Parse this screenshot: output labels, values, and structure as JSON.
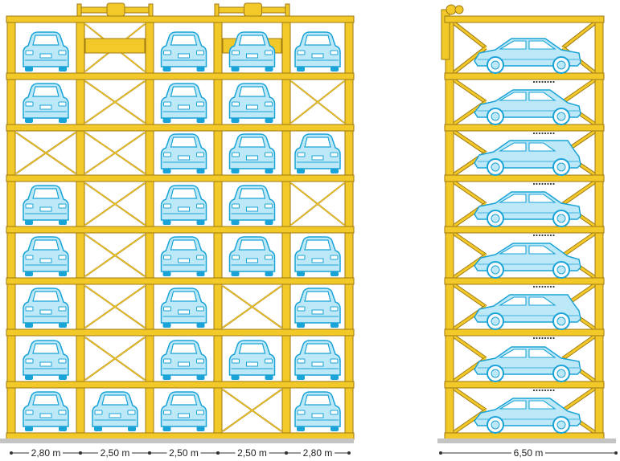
{
  "colors": {
    "frame": "#f2c928",
    "frame_edge": "#a07a12",
    "car_stroke": "#1aa3d6",
    "car_fill": "#bde8f8",
    "ground": "#c4c4c4",
    "dimension_line": "#333333"
  },
  "front_view": {
    "levels": 8,
    "bays": [
      {
        "width_label": "2,80 m",
        "type": "parking",
        "cars": [
          true,
          true,
          false,
          true,
          true,
          true,
          true,
          true
        ]
      },
      {
        "width_label": "2,50 m",
        "type": "lift",
        "cars": [
          false,
          false,
          false,
          false,
          false,
          false,
          false,
          true
        ]
      },
      {
        "width_label": "2,50 m",
        "type": "parking",
        "cars": [
          true,
          true,
          true,
          true,
          true,
          true,
          true,
          true
        ]
      },
      {
        "width_label": "2,50 m",
        "type": "lift",
        "cars": [
          true,
          true,
          true,
          true,
          true,
          false,
          true,
          false
        ]
      },
      {
        "width_label": "2,80 m",
        "type": "parking",
        "cars": [
          true,
          false,
          true,
          false,
          true,
          true,
          true,
          true
        ]
      }
    ]
  },
  "side_view": {
    "levels": 8,
    "width_label": "6,50 m",
    "car_icons": [
      "sedan-side",
      "hatchback-side",
      "sedan-side",
      "wagon-side",
      "hatchback-side",
      "wagon-side",
      "sedan-side",
      "wagon-side"
    ]
  }
}
